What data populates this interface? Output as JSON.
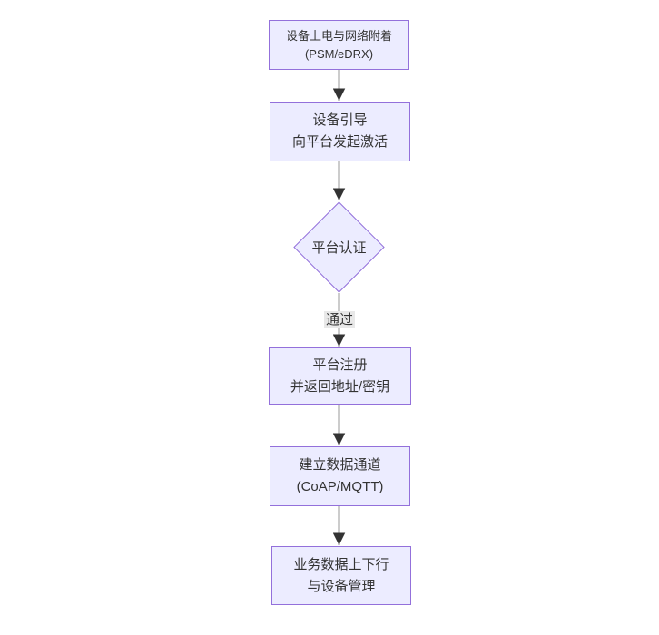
{
  "diagram": {
    "type": "flowchart",
    "direction": "top-down",
    "nodes": [
      {
        "id": "power-attach",
        "shape": "rect",
        "line1": "设备上电与网络附着",
        "line2": "(PSM/eDRX)"
      },
      {
        "id": "bootstrap",
        "shape": "rect",
        "line1": "设备引导",
        "line2": "向平台发起激活"
      },
      {
        "id": "auth",
        "shape": "diamond",
        "line1": "平台认证"
      },
      {
        "id": "register",
        "shape": "rect",
        "line1": "平台注册",
        "line2": "并返回地址/密钥"
      },
      {
        "id": "data-channel",
        "shape": "rect",
        "line1": "建立数据通道",
        "line2": "(CoAP/MQTT)"
      },
      {
        "id": "business",
        "shape": "rect",
        "line1": "业务数据上下行",
        "line2": "与设备管理"
      }
    ],
    "edges": [
      {
        "from": "power-attach",
        "to": "bootstrap",
        "label": ""
      },
      {
        "from": "bootstrap",
        "to": "auth",
        "label": ""
      },
      {
        "from": "auth",
        "to": "register",
        "label": "通过"
      },
      {
        "from": "register",
        "to": "data-channel",
        "label": ""
      },
      {
        "from": "data-channel",
        "to": "business",
        "label": ""
      }
    ],
    "colors": {
      "node_fill": "#ECECFF",
      "node_border": "#9370DB",
      "edge": "#333333",
      "edge_label_bg": "#e8e8e8",
      "text": "#333333",
      "background": "#ffffff"
    }
  }
}
